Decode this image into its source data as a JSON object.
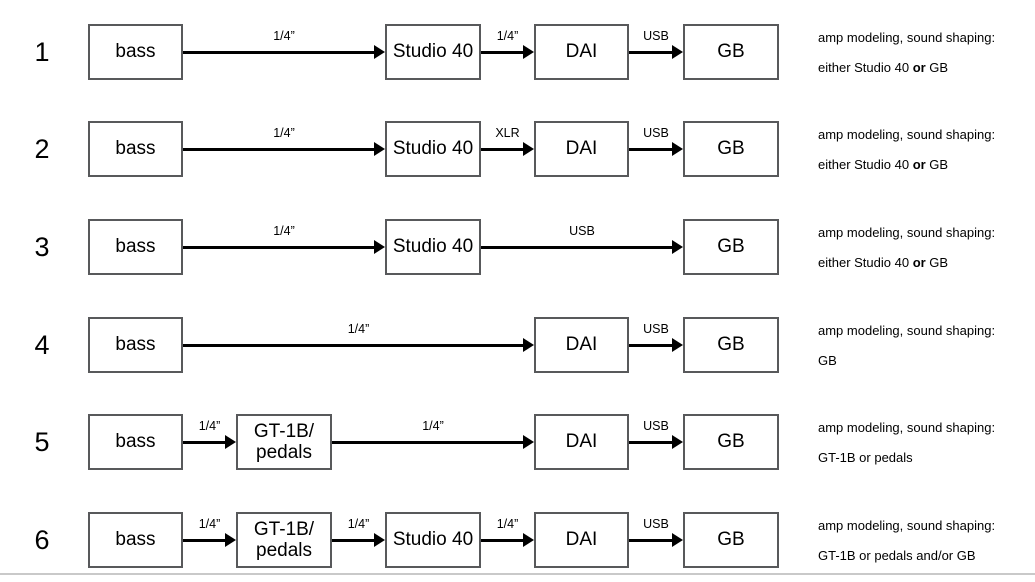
{
  "colors": {
    "box_border": "#58595b",
    "arrow": "#000000",
    "text": "#000000",
    "bottom_divider": "#c9c9c9",
    "background": "#ffffff"
  },
  "rows": [
    {
      "number": "1",
      "boxes": [
        "bass",
        "Studio 40",
        "DAI",
        "GB"
      ],
      "arrows": [
        "1/4”",
        "1/4”",
        "USB"
      ],
      "note": {
        "line1": "amp modeling, sound shaping:",
        "line2_pre": "either Studio 40 ",
        "line2_bold": "or",
        "line2_post": " GB"
      }
    },
    {
      "number": "2",
      "boxes": [
        "bass",
        "Studio 40",
        "DAI",
        "GB"
      ],
      "arrows": [
        "1/4”",
        "XLR",
        "USB"
      ],
      "note": {
        "line1": "amp modeling, sound shaping:",
        "line2_pre": "either Studio 40 ",
        "line2_bold": "or",
        "line2_post": " GB"
      }
    },
    {
      "number": "3",
      "boxes": [
        "bass",
        "Studio 40",
        "GB"
      ],
      "arrows": [
        "1/4”",
        "USB"
      ],
      "note": {
        "line1": "amp modeling, sound shaping:",
        "line2_pre": "either Studio 40 ",
        "line2_bold": "or",
        "line2_post": " GB"
      }
    },
    {
      "number": "4",
      "boxes": [
        "bass",
        "DAI",
        "GB"
      ],
      "arrows": [
        "1/4”",
        "USB"
      ],
      "note": {
        "line1": "amp modeling, sound shaping:",
        "line2_pre": "GB",
        "line2_bold": "",
        "line2_post": ""
      }
    },
    {
      "number": "5",
      "boxes": [
        "bass",
        "GT-1B/\npedals",
        "DAI",
        "GB"
      ],
      "arrows": [
        "1/4”",
        "1/4”",
        "USB"
      ],
      "note": {
        "line1": "amp modeling, sound shaping:",
        "line2_pre": "GT-1B or pedals",
        "line2_bold": "",
        "line2_post": ""
      }
    },
    {
      "number": "6",
      "boxes": [
        "bass",
        "GT-1B/\npedals",
        "Studio 40",
        "DAI",
        "GB"
      ],
      "arrows": [
        "1/4”",
        "1/4”",
        "1/4”",
        "USB"
      ],
      "note": {
        "line1": "amp modeling, sound shaping:",
        "line2_pre": "GT-1B or pedals and/or GB",
        "line2_bold": "",
        "line2_post": ""
      }
    }
  ]
}
